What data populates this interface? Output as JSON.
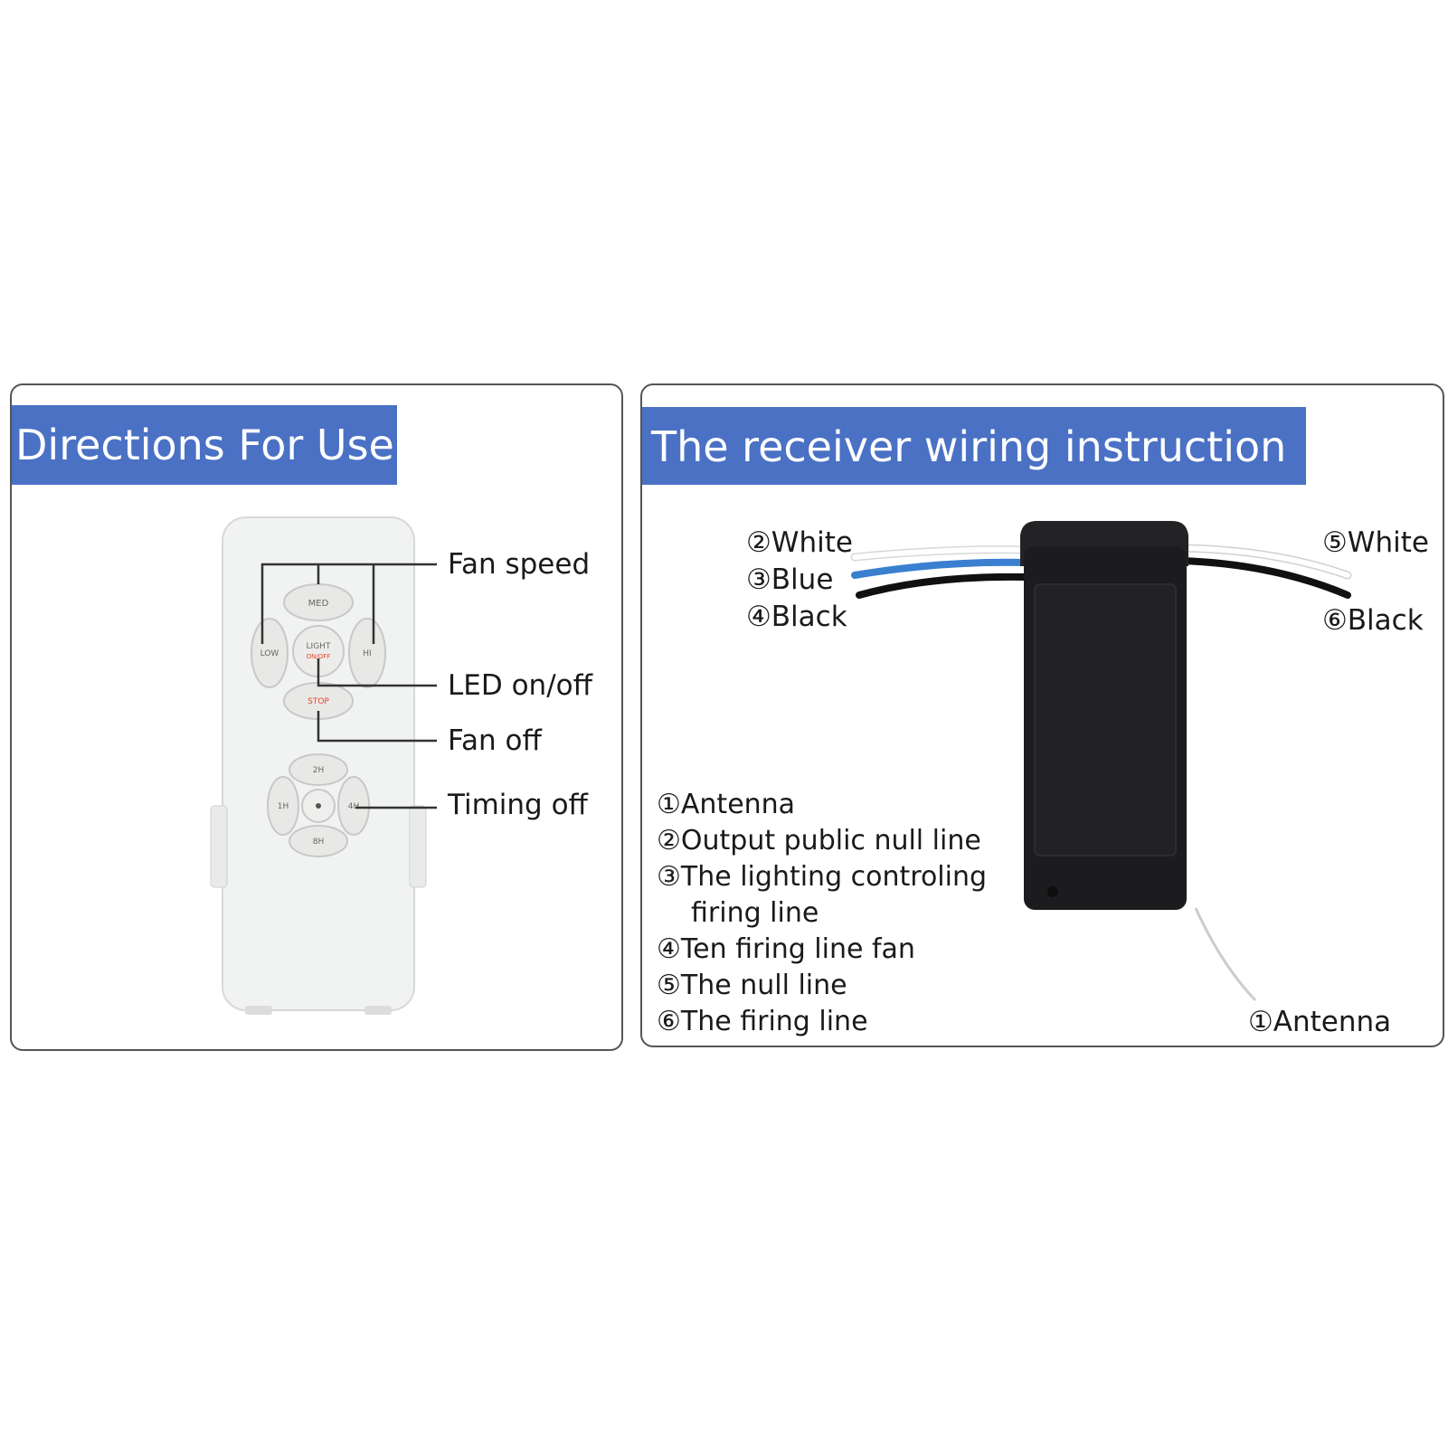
{
  "left_panel": {
    "title": "Directions For Use",
    "callouts": [
      {
        "id": "fan-speed",
        "text": "Fan speed"
      },
      {
        "id": "led",
        "text": "LED on/off"
      },
      {
        "id": "fan-off",
        "text": "Fan off"
      },
      {
        "id": "timing-off",
        "text": "Timing off"
      }
    ],
    "remote_buttons": {
      "med": "MED",
      "low": "LOW",
      "hi": "HI",
      "light": "LIGHT",
      "light_sub": "ON/OFF",
      "stop": "STOP",
      "t2h": "2H",
      "t1h": "1H",
      "t4h": "4H",
      "t8h": "8H"
    },
    "colors": {
      "remote_body": "#f1f2f2",
      "button_fill": "#e8e9e6",
      "stop_text": "#e8452c"
    }
  },
  "right_panel": {
    "title": "The receiver wiring instruction",
    "wire_labels_left": [
      {
        "text": "②White",
        "color": "#ffffff"
      },
      {
        "text": "③Blue",
        "color": "#3a7fd0"
      },
      {
        "text": "④Black",
        "color": "#111111"
      }
    ],
    "wire_labels_right": [
      {
        "text": "⑤White",
        "color": "#ffffff"
      },
      {
        "text": "⑥Black",
        "color": "#111111"
      }
    ],
    "legend": [
      {
        "line1": "①Antenna"
      },
      {
        "line1": "②Output public null line"
      },
      {
        "line1": "③The lighting controling",
        "line2": "firing line"
      },
      {
        "line1": "④Ten firing line fan"
      },
      {
        "line1": "⑤The null line"
      },
      {
        "line1": "⑥The firing line"
      }
    ],
    "antenna_label": "①Antenna",
    "colors": {
      "receiver_body": "#1c1c1e",
      "banner": "#4a71c4"
    }
  }
}
